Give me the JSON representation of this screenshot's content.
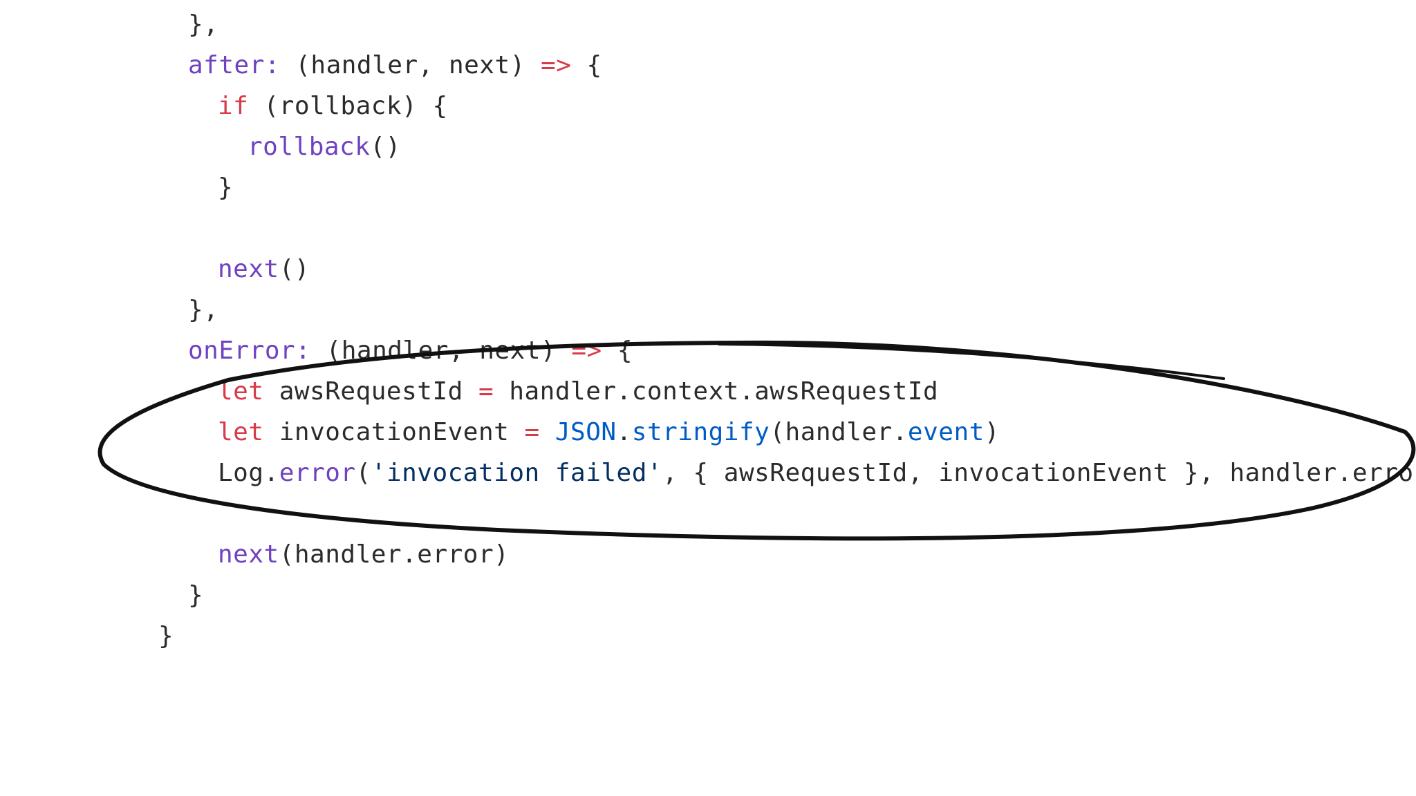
{
  "colors": {
    "background": "#ffffff",
    "plain": "#2b2b2b",
    "property_key": "#6f42c1",
    "keyword": "#d73a49",
    "function": "#6f42c1",
    "builtin": "#005cc5",
    "string": "#032f62",
    "annotation_stroke": "#111111"
  },
  "annotation": {
    "shape": "hand-drawn-ellipse",
    "purpose": "highlight-lines"
  },
  "code_lines": [
    {
      "indent": 2,
      "tokens": [
        {
          "text": "},",
          "kind": "plain"
        }
      ]
    },
    {
      "indent": 2,
      "tokens": [
        {
          "text": "after:",
          "kind": "key"
        },
        {
          "text": " (handler, next) ",
          "kind": "plain"
        },
        {
          "text": "=>",
          "kind": "kw"
        },
        {
          "text": " {",
          "kind": "plain"
        }
      ]
    },
    {
      "indent": 3,
      "tokens": [
        {
          "text": "if",
          "kind": "kw"
        },
        {
          "text": " (rollback) {",
          "kind": "plain"
        }
      ]
    },
    {
      "indent": 4,
      "tokens": [
        {
          "text": "rollback",
          "kind": "fn"
        },
        {
          "text": "()",
          "kind": "plain"
        }
      ]
    },
    {
      "indent": 3,
      "tokens": [
        {
          "text": "}",
          "kind": "plain"
        }
      ]
    },
    {
      "indent": 0,
      "tokens": []
    },
    {
      "indent": 3,
      "tokens": [
        {
          "text": "next",
          "kind": "fn"
        },
        {
          "text": "()",
          "kind": "plain"
        }
      ]
    },
    {
      "indent": 2,
      "tokens": [
        {
          "text": "},",
          "kind": "plain"
        }
      ]
    },
    {
      "indent": 2,
      "tokens": [
        {
          "text": "onError:",
          "kind": "key"
        },
        {
          "text": " (handler, next) ",
          "kind": "plain"
        },
        {
          "text": "=>",
          "kind": "kw"
        },
        {
          "text": " {",
          "kind": "plain"
        }
      ]
    },
    {
      "indent": 3,
      "tokens": [
        {
          "text": "let",
          "kind": "kw"
        },
        {
          "text": " awsRequestId ",
          "kind": "plain"
        },
        {
          "text": "=",
          "kind": "kw"
        },
        {
          "text": " handler.context.awsRequestId",
          "kind": "plain"
        }
      ]
    },
    {
      "indent": 3,
      "tokens": [
        {
          "text": "let",
          "kind": "kw"
        },
        {
          "text": " invocationEvent ",
          "kind": "plain"
        },
        {
          "text": "=",
          "kind": "kw"
        },
        {
          "text": " ",
          "kind": "plain"
        },
        {
          "text": "JSON",
          "kind": "builtin"
        },
        {
          "text": ".",
          "kind": "plain"
        },
        {
          "text": "stringify",
          "kind": "builtin"
        },
        {
          "text": "(handler.",
          "kind": "plain"
        },
        {
          "text": "event",
          "kind": "builtin"
        },
        {
          "text": ")",
          "kind": "plain"
        }
      ]
    },
    {
      "indent": 3,
      "tokens": [
        {
          "text": "Log.",
          "kind": "plain"
        },
        {
          "text": "error",
          "kind": "fn"
        },
        {
          "text": "(",
          "kind": "plain"
        },
        {
          "text": "'invocation failed'",
          "kind": "str"
        },
        {
          "text": ", { awsRequestId, invocationEvent }, handler.error)",
          "kind": "plain"
        }
      ]
    },
    {
      "indent": 0,
      "tokens": []
    },
    {
      "indent": 3,
      "tokens": [
        {
          "text": "next",
          "kind": "fn"
        },
        {
          "text": "(handler.error)",
          "kind": "plain"
        }
      ]
    },
    {
      "indent": 2,
      "tokens": [
        {
          "text": "}",
          "kind": "plain"
        }
      ]
    },
    {
      "indent": 1,
      "tokens": [
        {
          "text": "}",
          "kind": "plain"
        }
      ]
    }
  ]
}
